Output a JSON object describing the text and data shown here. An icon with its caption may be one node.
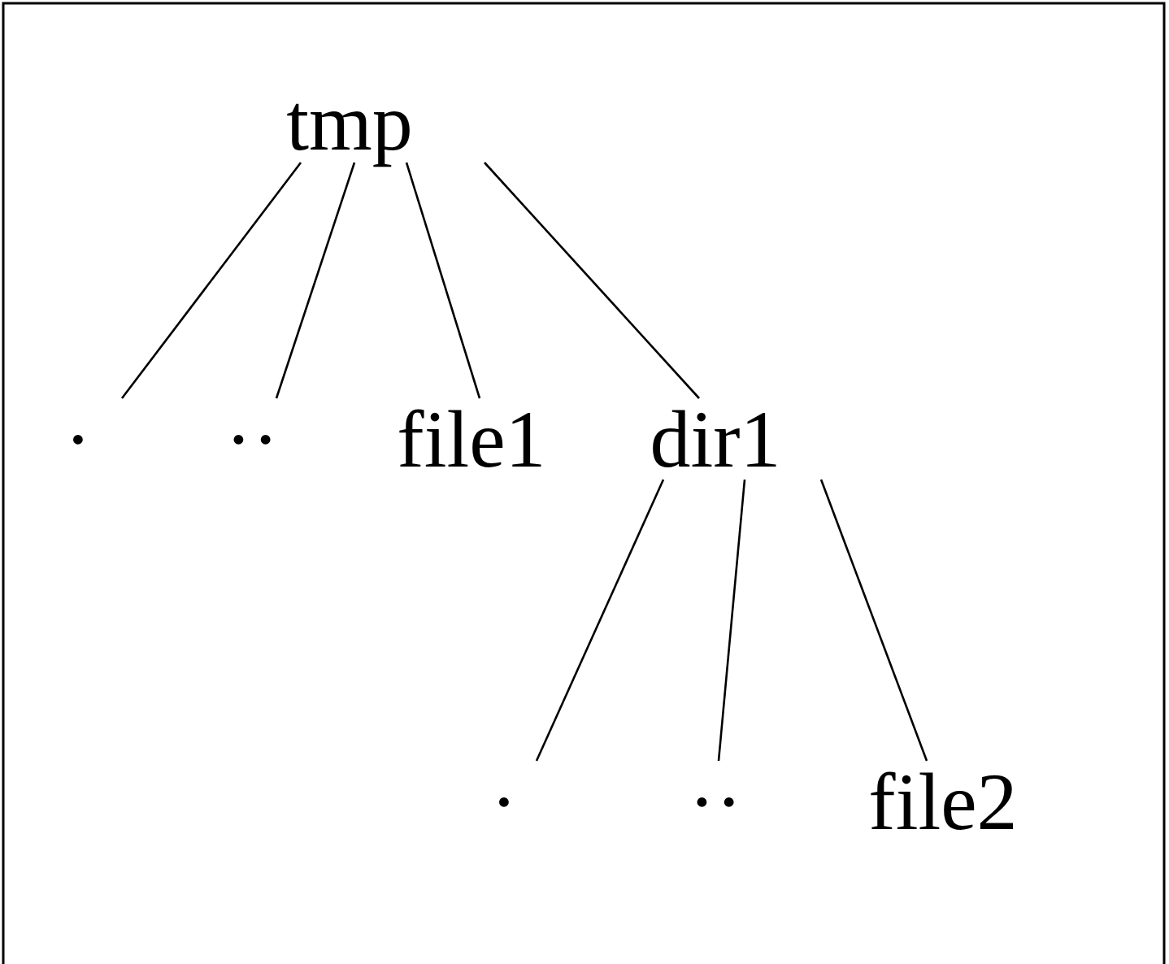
{
  "diagram": {
    "nodes": [
      {
        "text": [
          "tmp"
        ]
      },
      {
        "text": [
          "·"
        ]
      },
      {
        "text": [
          "··"
        ]
      },
      {
        "text": [
          "file1"
        ]
      },
      {
        "text": [
          "dir1"
        ]
      },
      {
        "text": [
          "·"
        ]
      },
      {
        "text": [
          "··"
        ]
      },
      {
        "text": [
          "file2"
        ]
      }
    ],
    "edges": [
      {
        "from": 0,
        "to": 1,
        "arrow": "none"
      },
      {
        "from": 0,
        "to": 2,
        "arrow": "none"
      },
      {
        "from": 0,
        "to": 3,
        "arrow": "none"
      },
      {
        "from": 0,
        "to": 4,
        "arrow": "none"
      },
      {
        "from": 4,
        "to": 5,
        "arrow": "none"
      },
      {
        "from": 4,
        "to": 6,
        "arrow": "none"
      },
      {
        "from": 4,
        "to": 7,
        "arrow": "none"
      }
    ]
  }
}
